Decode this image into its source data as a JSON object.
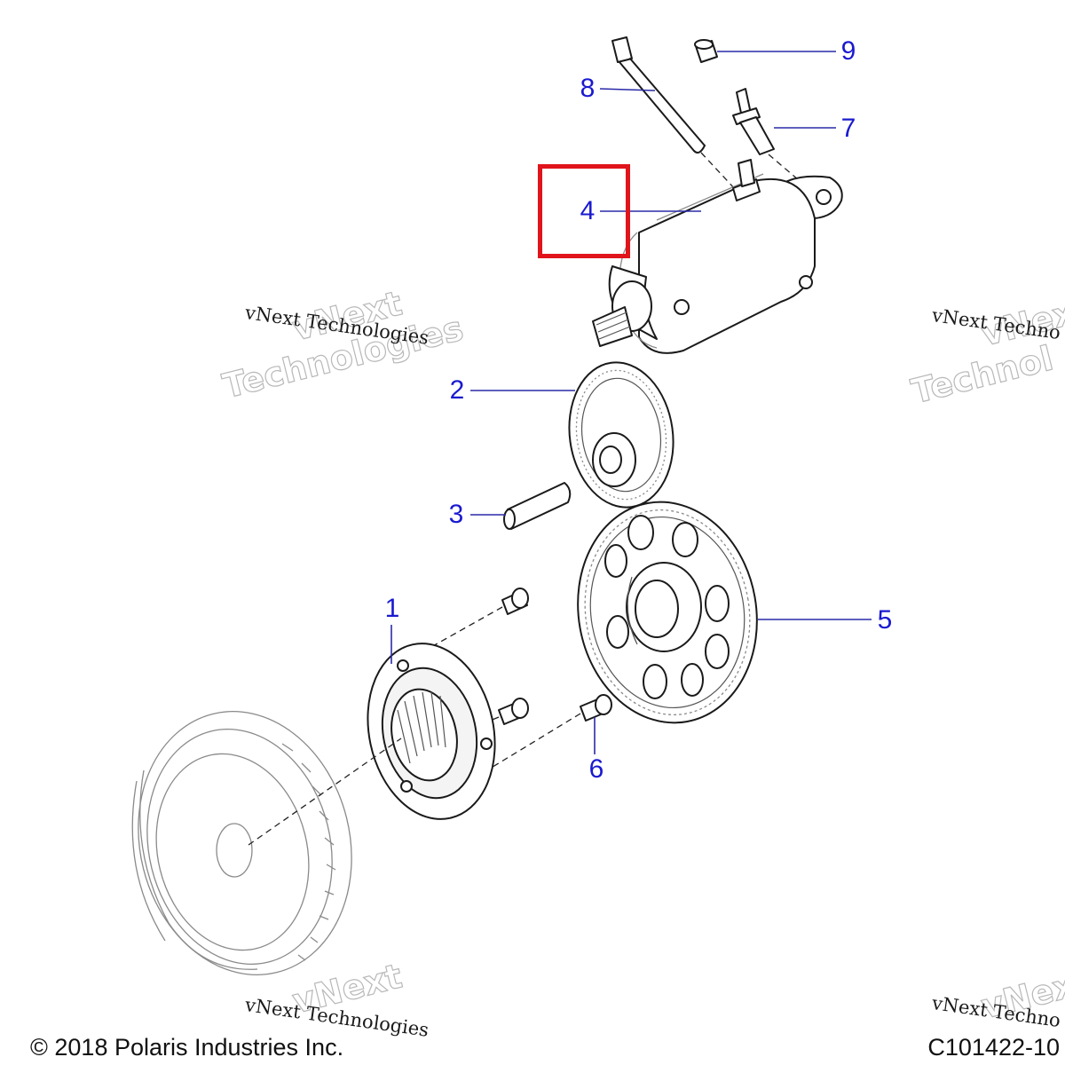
{
  "callouts": [
    {
      "id": "1",
      "label": "1"
    },
    {
      "id": "2",
      "label": "2"
    },
    {
      "id": "3",
      "label": "3"
    },
    {
      "id": "4",
      "label": "4"
    },
    {
      "id": "5",
      "label": "5"
    },
    {
      "id": "6",
      "label": "6"
    },
    {
      "id": "7",
      "label": "7"
    },
    {
      "id": "8",
      "label": "8"
    },
    {
      "id": "9",
      "label": "9"
    }
  ],
  "highlighted_callout": "4",
  "watermark": {
    "line_small": "vNext Technologies",
    "big_line1": "vNext",
    "big_line2": "Technologies",
    "small_cut_right": "vNext Techno",
    "big_cut_right1": "vNext",
    "big_cut_right2": "Technol"
  },
  "footer": {
    "copyright": "© 2018 Polaris Industries Inc.",
    "drawing_number": "C101422-10"
  },
  "colors": {
    "callout_text": "#1a1ad0",
    "highlight_box": "#e0141b",
    "line_art": "#1a1a1a"
  }
}
